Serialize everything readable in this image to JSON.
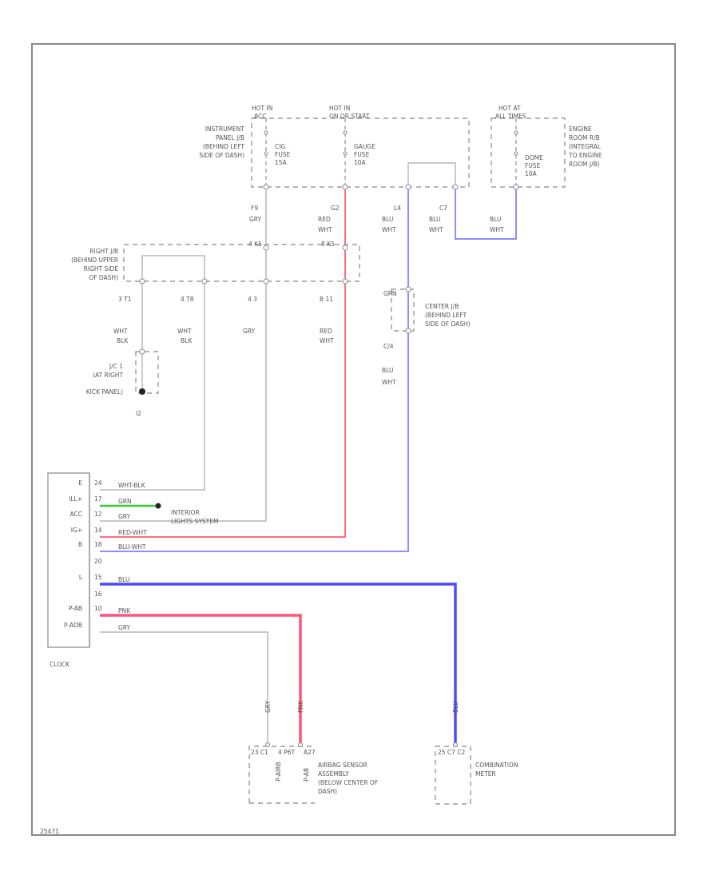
{
  "fuse_boxes": {
    "hot_ign": {
      "line1": "HOT IN",
      "line2": "ACC"
    },
    "hot_start": {
      "line1": "HOT IN",
      "line2": "ON OR START"
    },
    "hot_at": {
      "line1": "HOT AT",
      "line2": "ALL TIMES"
    }
  },
  "instrument_panel_jb": [
    "INSTRUMENT",
    "PANEL J/B",
    "(BEHIND LEFT",
    "SIDE OF DASH)"
  ],
  "engine_room_jb": [
    "ENGINE",
    "ROOM R/B",
    "(INTEGRAL",
    "TO ENGINE",
    "ROOM J/B)"
  ],
  "fuses": [
    {
      "name": "CIG",
      "line2": "FUSE",
      "line3": "15A"
    },
    {
      "name": "GAUGE",
      "line2": "FUSE",
      "line3": "10A"
    },
    {
      "name": "DOME",
      "line2": "FUSE",
      "line3": "10A"
    }
  ],
  "connectors_top": [
    "F9",
    "G2",
    "L4",
    "C7"
  ],
  "wire_colors_top": {
    "f9": "GRY",
    "g2": [
      "RED",
      "WHT"
    ],
    "l4": [
      "BLU",
      "WHT"
    ],
    "c7": [
      "BLU",
      "WHT"
    ],
    "dome": [
      "BLU",
      "WHT"
    ]
  },
  "right_jb": [
    "RIGHT J/B",
    "(BEHIND UPPER",
    "RIGHT SIDE",
    "OF DASH)"
  ],
  "right_jb_pins_top": [
    "4 K5",
    "8 K5"
  ],
  "right_jb_pins_bottom": [
    "3 T1",
    "4 T8",
    "4 3",
    "B 11"
  ],
  "mid_wire_labels": {
    "a": [
      "WHT",
      "BLK"
    ],
    "b": [
      "WHT",
      "BLK"
    ],
    "c": "GRY",
    "d": [
      "RED",
      "WHT"
    ]
  },
  "ground": {
    "lines": [
      "J/C 1",
      "(AT RIGHT",
      "KICK PANEL)"
    ],
    "id": "I2"
  },
  "center_jb": {
    "lines": [
      "CENTER J/B",
      "(BEHIND LEFT",
      "SIDE OF DASH)"
    ],
    "pin": "GRN",
    "conn": "C/4"
  },
  "center_lower_wire": [
    "BLU",
    "WHT"
  ],
  "clock": {
    "label": "CLOCK",
    "pins": [
      "E",
      "ILL+",
      "ACC",
      "IG+",
      "B",
      "",
      "L",
      "",
      "P-AB",
      "P-ADB"
    ],
    "pin_nums": [
      "24",
      "17",
      "12",
      "14",
      "18",
      "20",
      "15",
      "16",
      "10",
      ""
    ],
    "wire_labels": [
      "WHT-BLK",
      "GRN",
      "GRY",
      "RED-WHT",
      "BLU-WHT",
      "BLU",
      "PNK",
      "GRY"
    ]
  },
  "interior_lights": [
    "INTERIOR",
    "LIGHTS SYSTEM"
  ],
  "bottom_wire_labels": {
    "gry": "GRY",
    "pnk": "PNK",
    "blu": "BLU"
  },
  "airbag": {
    "pins": [
      "23 C1",
      "4 P6T",
      "A27"
    ],
    "vtext": [
      "P-AIRB",
      "P-AB"
    ],
    "lines": [
      "AIRBAG SENSOR",
      "ASSEMBLY",
      "(BELOW CENTER OF",
      "DASH)"
    ]
  },
  "combination_meter": {
    "pins": "25 C7 C2",
    "lines": [
      "COMBINATION",
      "METER"
    ]
  },
  "diagram_code": "25471"
}
